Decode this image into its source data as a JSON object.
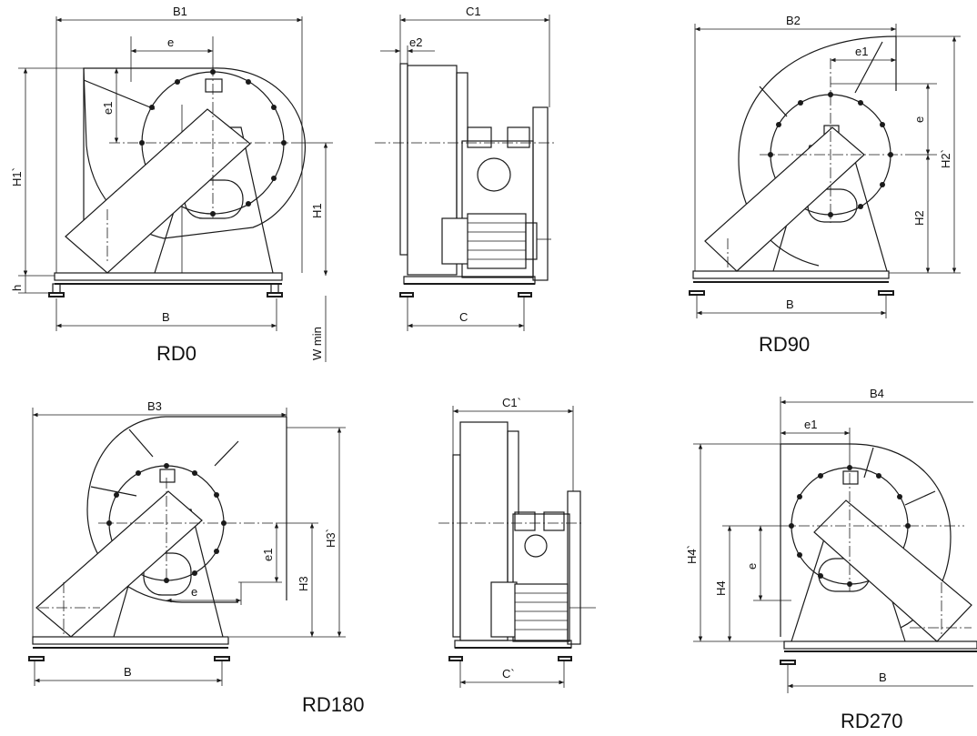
{
  "views": {
    "rd0": {
      "caption": "RD0",
      "dims": {
        "B1": "B1",
        "e": "e",
        "e1": "e1",
        "H1p": "H1`",
        "H1": "H1",
        "h": "h",
        "B": "B",
        "Wmin": "W min"
      }
    },
    "side_top": {
      "dims": {
        "C1": "C1",
        "e2": "e2",
        "C": "C"
      }
    },
    "rd90": {
      "caption": "RD90",
      "dims": {
        "B2": "B2",
        "e1": "e1",
        "e": "e",
        "H2p": "H2`",
        "H2": "H2",
        "B": "B"
      }
    },
    "rd180": {
      "caption": "RD180",
      "dims": {
        "B3": "B3",
        "H3p": "H3`",
        "H3": "H3",
        "e1": "e1",
        "e": "e",
        "B": "B"
      }
    },
    "side_bottom": {
      "dims": {
        "C1p": "C1`",
        "Cp": "C`"
      }
    },
    "rd270": {
      "caption": "RD270",
      "dims": {
        "B4": "B4",
        "e1": "e1",
        "H4p": "H4`",
        "H4": "H4",
        "e": "e",
        "B": "B"
      }
    }
  }
}
